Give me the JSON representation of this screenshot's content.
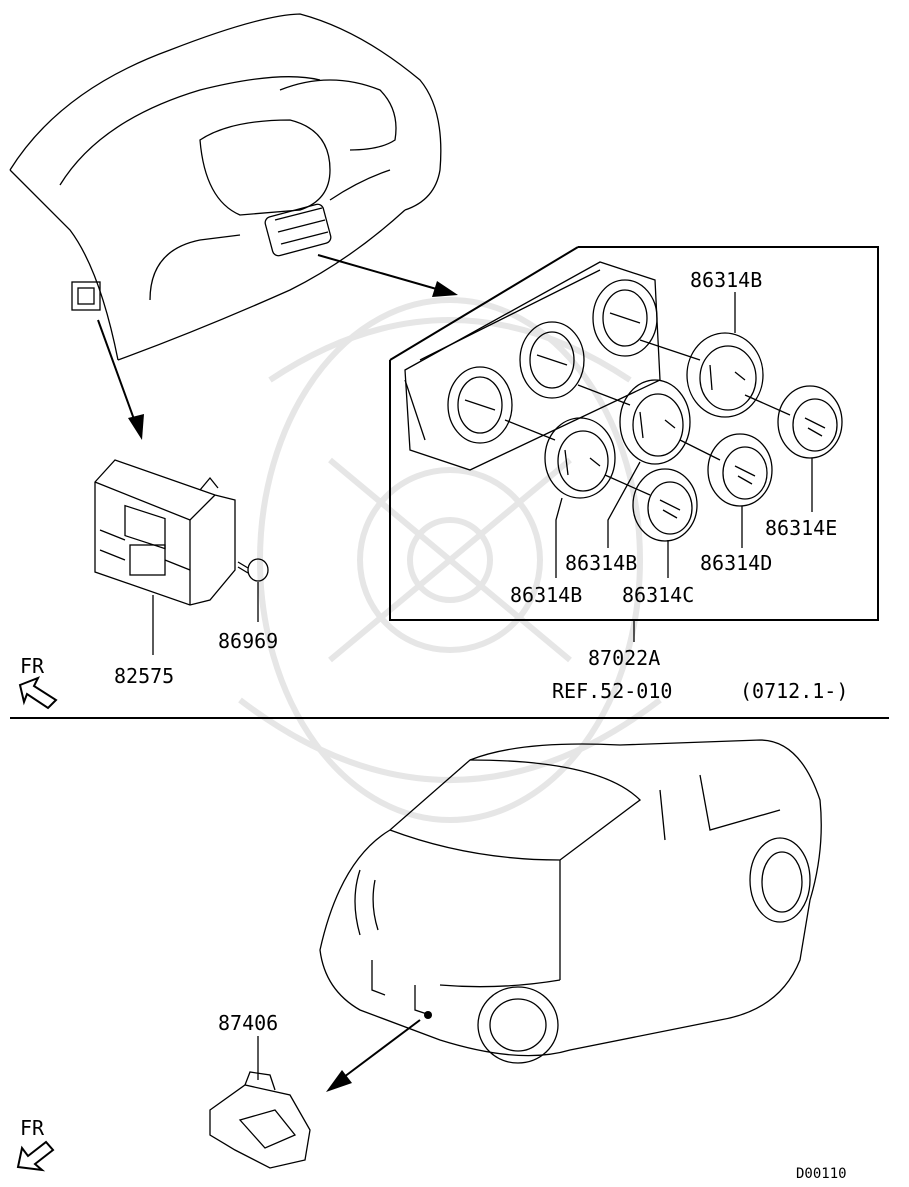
{
  "diagram": {
    "parts": {
      "heater_panel_knob_top": "86314B",
      "knob_mid": "86314B",
      "knob_low": "86314B",
      "knob_c": "86314C",
      "knob_d": "86314D",
      "knob_e": "86314E",
      "control_assembly": "87022A",
      "control_unit": "82575",
      "bolt": "86969",
      "sensor": "87406"
    },
    "ref_text": "REF.52-010",
    "ref_date": "(0712.1-)",
    "fr_label_top": "FR",
    "fr_label_bottom": "FR",
    "diagram_id": "D00110"
  }
}
